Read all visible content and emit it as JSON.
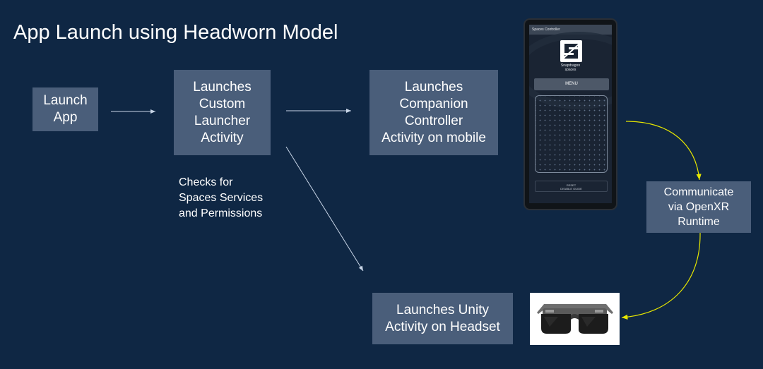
{
  "title": "App Launch using Headworn Model",
  "boxes": {
    "launch_app": "Launch\nApp",
    "custom_launcher": "Launches\nCustom\nLauncher\nActivity",
    "companion_controller": "Launches\nCompanion\nController\nActivity on mobile",
    "unity_activity": "Launches Unity\nActivity on Headset",
    "openxr": "Communicate\nvia OpenXR\nRuntime"
  },
  "note": "Checks for\nSpaces Services\nand Permissions",
  "phone": {
    "appbar_title": "Spaces Controller",
    "logo_text": "Snapdragon\nspaces",
    "menu_label": "MENU",
    "reset_label": "RESET\nDISABLE GUIDE"
  },
  "colors": {
    "background": "#0f2744",
    "box": "#4a5e7a",
    "arrow": "#c9d6e8",
    "yellow_arrow": "#e6e600"
  }
}
